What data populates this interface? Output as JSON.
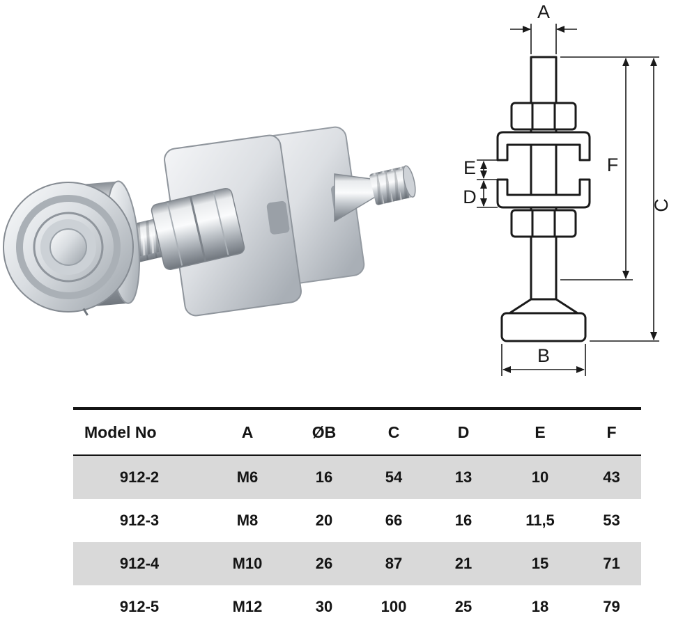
{
  "drawing": {
    "labels": {
      "A": "A",
      "B": "B",
      "C": "C",
      "D": "D",
      "E": "E",
      "F": "F"
    }
  },
  "table": {
    "headers": [
      "Model No",
      "A",
      "ØB",
      "C",
      "D",
      "E",
      "F"
    ],
    "rows": [
      {
        "cells": [
          "912-2",
          "M6",
          "16",
          "54",
          "13",
          "10",
          "43"
        ]
      },
      {
        "cells": [
          "912-3",
          "M8",
          "20",
          "66",
          "16",
          "11,5",
          "53"
        ]
      },
      {
        "cells": [
          "912-4",
          "M10",
          "26",
          "87",
          "21",
          "15",
          "71"
        ]
      },
      {
        "cells": [
          "912-5",
          "M12",
          "30",
          "100",
          "25",
          "18",
          "79"
        ]
      }
    ]
  },
  "colors": {
    "stripe": "#d9d9d9",
    "line": "#1a1a1a"
  }
}
